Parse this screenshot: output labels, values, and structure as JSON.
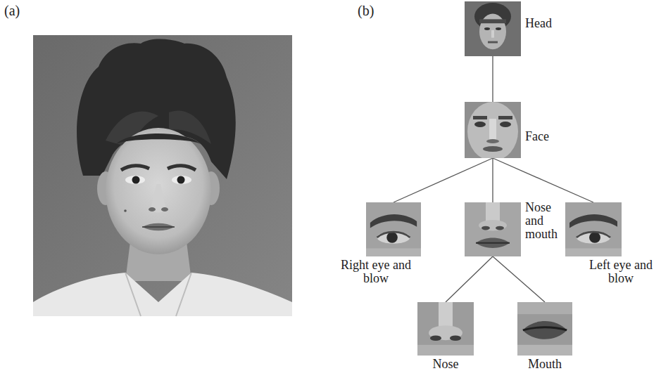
{
  "diagram": {
    "nodes": [
      {
        "text": [
          "Head"
        ]
      },
      {
        "text": [
          "Face"
        ]
      },
      {
        "text": [
          "Right eye and blow"
        ]
      },
      {
        "text": [
          "Nose and mouth"
        ]
      },
      {
        "text": [
          "Left eye and blow"
        ]
      },
      {
        "text": [
          "Nose"
        ]
      },
      {
        "text": [
          "Mouth"
        ]
      }
    ],
    "edges": [
      {
        "from": 0,
        "to": 1,
        "arrow": "none"
      },
      {
        "from": 1,
        "to": 2,
        "arrow": "none"
      },
      {
        "from": 1,
        "to": 3,
        "arrow": "none"
      },
      {
        "from": 1,
        "to": 4,
        "arrow": "none"
      },
      {
        "from": 3,
        "to": 5,
        "arrow": "none"
      },
      {
        "from": 3,
        "to": 6,
        "arrow": "none"
      }
    ],
    "labels": [
      "(a)",
      "(b)"
    ]
  }
}
